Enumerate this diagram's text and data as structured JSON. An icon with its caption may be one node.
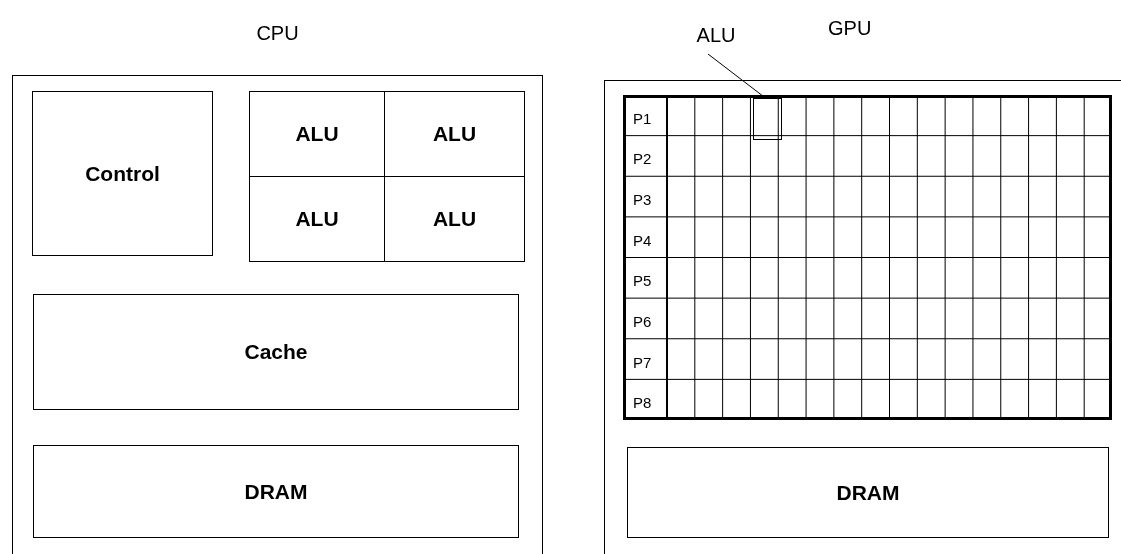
{
  "diagram": {
    "nodes": [
      {
        "text": [
          "CPU"
        ]
      },
      {
        "text": [
          "Control"
        ],
        "in": 0
      },
      {
        "text": [
          "ALU"
        ],
        "in": 0
      },
      {
        "text": [
          "ALU"
        ],
        "in": 0
      },
      {
        "text": [
          "ALU"
        ],
        "in": 0
      },
      {
        "text": [
          "ALU"
        ],
        "in": 0
      },
      {
        "text": [
          "Cache"
        ],
        "in": 0
      },
      {
        "text": [
          "DRAM"
        ],
        "in": 0
      },
      {
        "text": [
          "ALU"
        ]
      },
      {
        "text": [
          "GPU"
        ]
      },
      {
        "text": [],
        "shape": "box",
        "in": 9
      },
      {
        "text": [
          "P1"
        ],
        "in": 10
      },
      {
        "text": [
          "P2"
        ],
        "in": 10
      },
      {
        "text": [
          "P3"
        ],
        "in": 10
      },
      {
        "text": [
          "P4"
        ],
        "in": 10
      },
      {
        "text": [
          "P5"
        ],
        "in": 10
      },
      {
        "text": [
          "P6"
        ],
        "in": 10
      },
      {
        "text": [
          "P7"
        ],
        "in": 10
      },
      {
        "text": [
          "P8"
        ],
        "in": 10
      },
      {
        "text": [],
        "shape": "box",
        "in": 10
      },
      {
        "text": [
          "DRAM"
        ],
        "in": 9
      }
    ],
    "edges": [
      {
        "from": 8,
        "to": 19,
        "arrow": "none"
      }
    ]
  }
}
